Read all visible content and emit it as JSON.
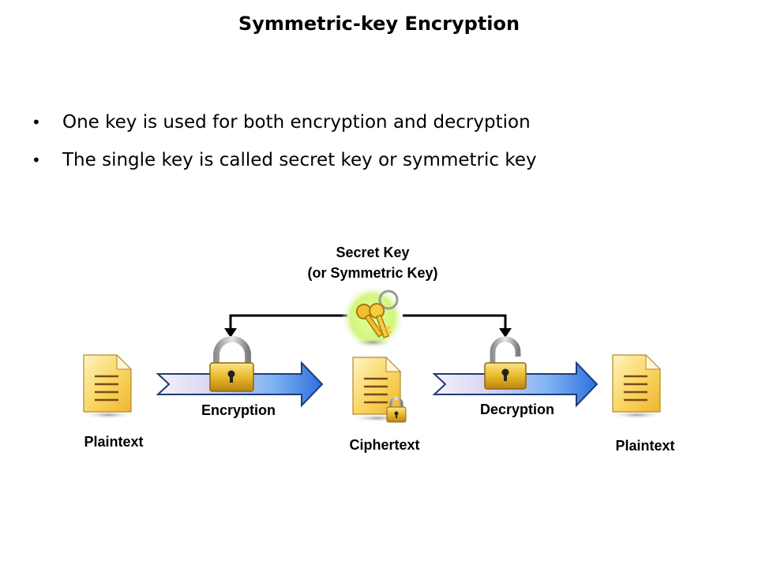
{
  "slide": {
    "title": "Symmetric-key Encryption",
    "bullets": [
      "One key is used for both encryption and decryption",
      "The single key is called secret key or symmetric key"
    ]
  },
  "diagram": {
    "key_label_line1": "Secret Key",
    "key_label_line2": "(or Symmetric Key)",
    "encryption_label": "Encryption",
    "decryption_label": "Decryption",
    "plaintext_left_label": "Plaintext",
    "ciphertext_label": "Ciphertext",
    "plaintext_right_label": "Plaintext",
    "icons": [
      "document-icon",
      "padlock-closed-icon",
      "key-ring-icon",
      "padlock-open-icon"
    ],
    "colors": {
      "document_fill": "#f7d35a",
      "arrow_blue": "#3b7fe0",
      "lock_gold": "#e3b321",
      "key_glow": "#c8ef70"
    }
  }
}
